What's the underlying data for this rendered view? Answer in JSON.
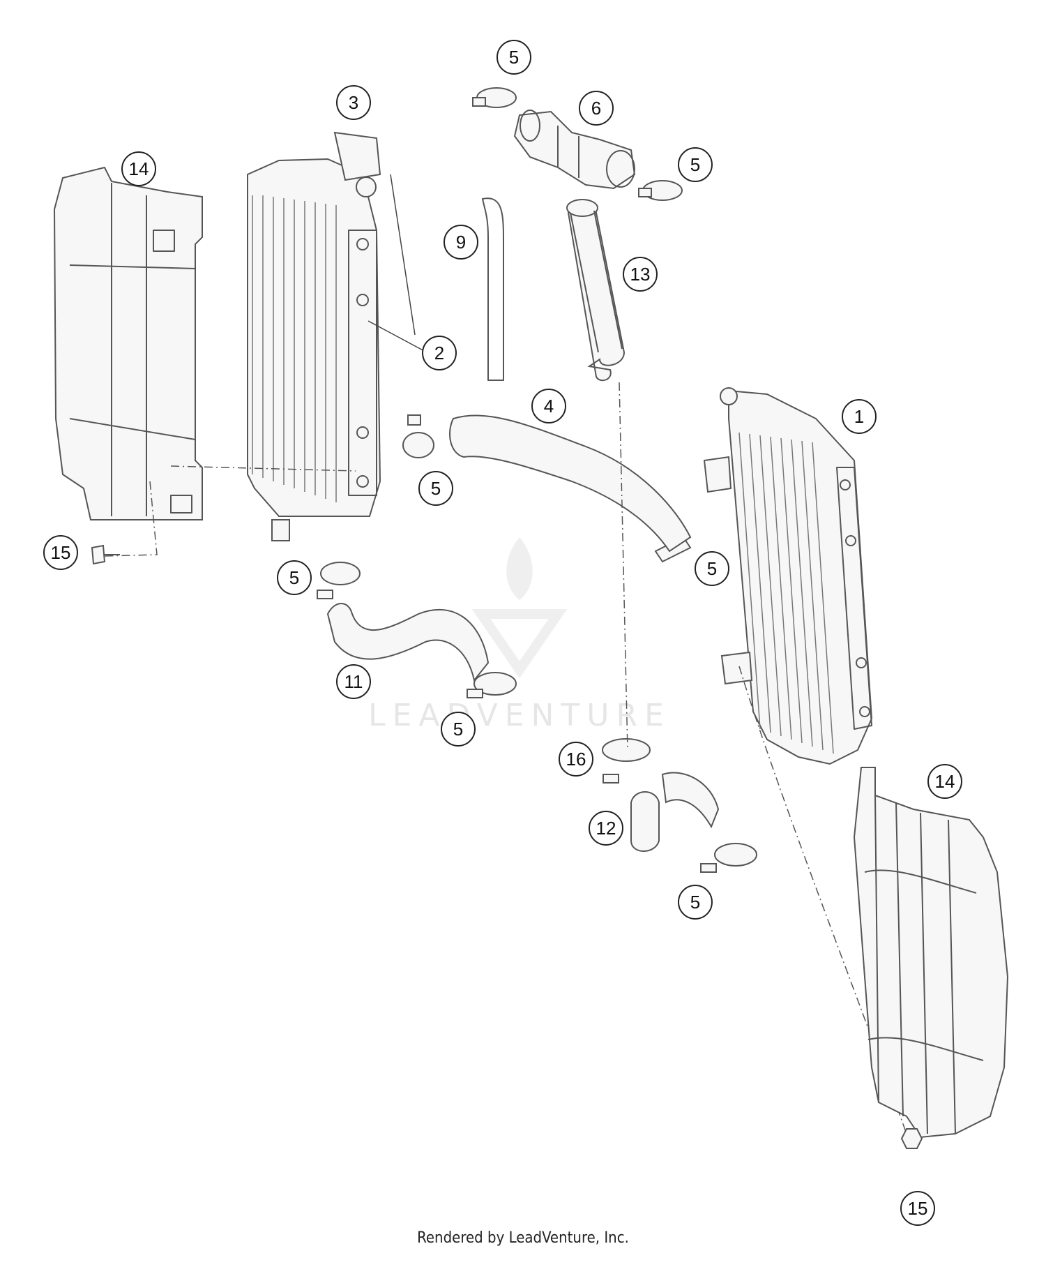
{
  "diagram": {
    "watermark": "LEADVENTURE",
    "callouts": [
      {
        "id": "c1",
        "label": "1"
      },
      {
        "id": "c2",
        "label": "2"
      },
      {
        "id": "c3",
        "label": "3"
      },
      {
        "id": "c4",
        "label": "4"
      },
      {
        "id": "c5a",
        "label": "5"
      },
      {
        "id": "c5b",
        "label": "5"
      },
      {
        "id": "c5c",
        "label": "5"
      },
      {
        "id": "c5d",
        "label": "5"
      },
      {
        "id": "c5e",
        "label": "5"
      },
      {
        "id": "c5f",
        "label": "5"
      },
      {
        "id": "c5g",
        "label": "5"
      },
      {
        "id": "c6",
        "label": "6"
      },
      {
        "id": "c9",
        "label": "9"
      },
      {
        "id": "c11",
        "label": "11"
      },
      {
        "id": "c12",
        "label": "12"
      },
      {
        "id": "c13",
        "label": "13"
      },
      {
        "id": "c14a",
        "label": "14"
      },
      {
        "id": "c14b",
        "label": "14"
      },
      {
        "id": "c15a",
        "label": "15"
      },
      {
        "id": "c15b",
        "label": "15"
      },
      {
        "id": "c16",
        "label": "16"
      }
    ]
  },
  "footer": {
    "text": "Rendered by LeadVenture, Inc."
  }
}
